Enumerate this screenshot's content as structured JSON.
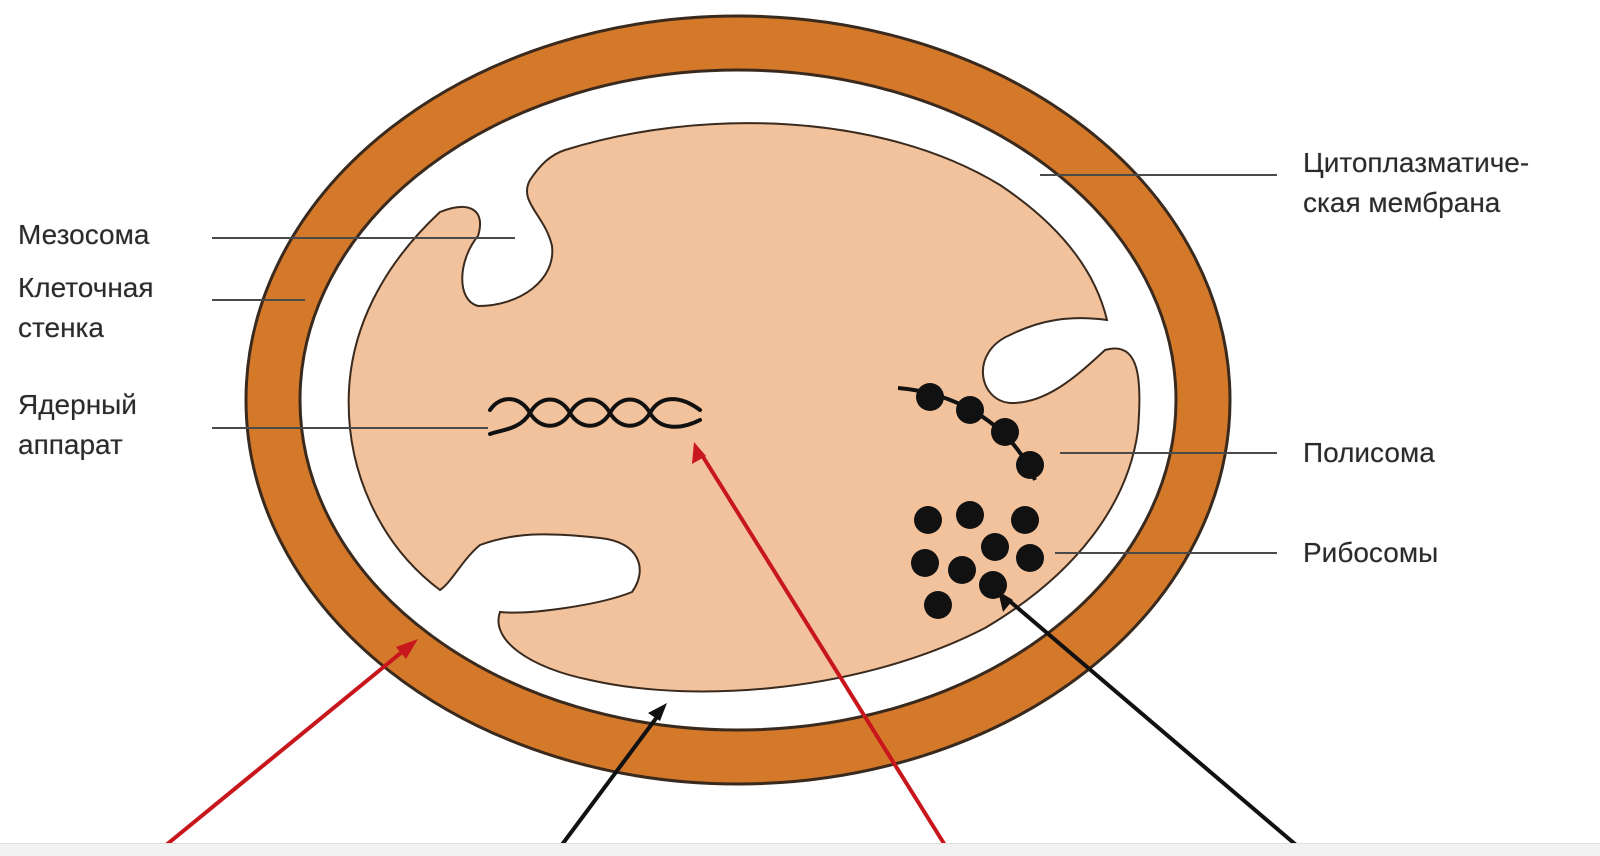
{
  "colors": {
    "cell_wall": "#D4782A",
    "cell_wall_edge": "#3a2a1e",
    "cytoplasm": "#F2C29C",
    "membrane_gap": "#ffffff",
    "label_line": "#4a4a4a",
    "ribosome": "#111111",
    "arrow_red": "#C8161D",
    "arrow_black": "#111111"
  },
  "labels": {
    "mesosome": "Мезосома",
    "cell_wall": [
      "Клеточная",
      "стенка"
    ],
    "nuclear": [
      "Ядерный",
      "аппарат"
    ],
    "membrane": [
      "Цитоплазматиче-",
      "ская мембрана"
    ],
    "polysome": "Полисома",
    "ribosomes": "Рибосомы"
  }
}
